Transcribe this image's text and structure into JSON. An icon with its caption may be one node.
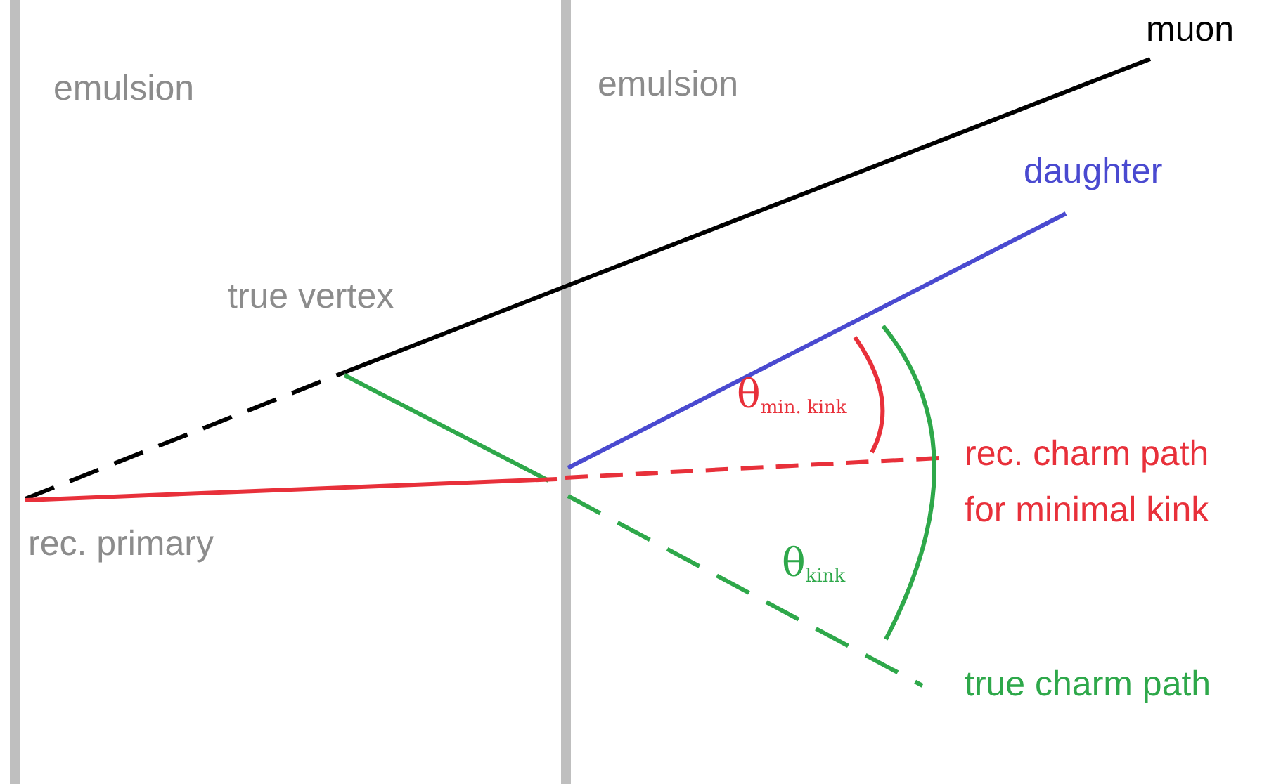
{
  "diagram": {
    "labels": [
      "emulsion",
      "emulsion",
      "muon",
      "daughter",
      "true vertex",
      "θ$_{min. kink}$",
      "rec. charm path for minimal kink",
      "rec. primary",
      "θ$_{kink}$",
      "true charm path"
    ]
  }
}
